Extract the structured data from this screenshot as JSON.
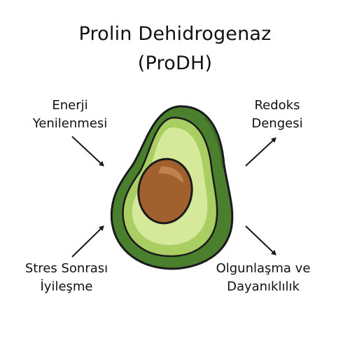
{
  "title": {
    "line1": "Prolin Dehidrogenaz",
    "line2": "(ProDH)"
  },
  "labels": {
    "top_left": {
      "line1": "Enerji",
      "line2": "Yenilenmesi"
    },
    "top_right": {
      "line1": "Redoks",
      "line2": "Dengesi"
    },
    "bottom_left": {
      "line1": "Stres Sonrası",
      "line2": "İyileşme"
    },
    "bottom_right": {
      "line1": "Olgunlaşma ve",
      "line2": "Dayanıklılık"
    }
  },
  "center_image": {
    "icon": "avocado-half-icon",
    "colors": {
      "skin": "#4a7f2e",
      "skin_dark": "#3a6a24",
      "flesh_outer": "#a9cf63",
      "flesh_inner": "#d6e99a",
      "pit": "#a0612f",
      "pit_highlight": "#c58a54",
      "outline": "#1a1a1a"
    }
  },
  "arrow_color": "#1a1a1a"
}
